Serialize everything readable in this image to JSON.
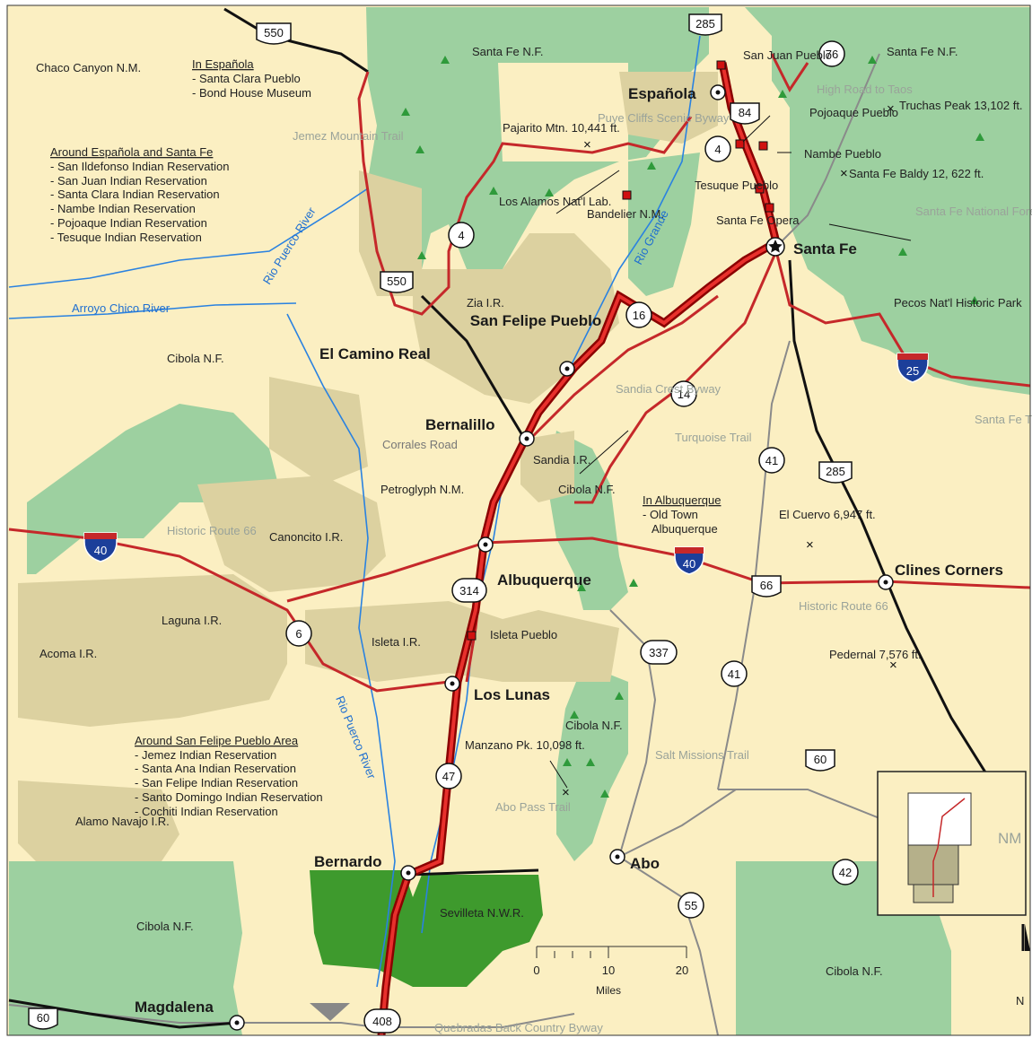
{
  "map": {
    "colors": {
      "land": "#fbefc2",
      "forest": "#9dd0a0",
      "reservation": "#dcd1a0",
      "refuge": "#3e9a2d",
      "water": "#2a82e0",
      "scenic_byway": "#d42020",
      "primary_road": "#c5282a",
      "secondary_road": "#8a8a8a",
      "highway": "#111111"
    },
    "title_regions": {
      "chaco": "Chaco Canyon N.M.",
      "santa_fe_nf_1": "Santa Fe N.F.",
      "santa_fe_nf_2": "Santa Fe N.F.",
      "cibola_nf_1": "Cibola N.F.",
      "cibola_nf_2": "Cibola N.F.",
      "cibola_nf_3": "Cibola N.F.",
      "cibola_nf_4": "Cibola N.F.",
      "cibola_nf_5": "Cibola N.F.",
      "zia": "Zia I.R.",
      "sandia_ir": "Sandia I.R.",
      "canoncito": "Canoncito I.R.",
      "laguna": "Laguna I.R.",
      "acoma": "Acoma I.R.",
      "isleta_ir": "Isleta I.R.",
      "alamo": "Alamo Navajo I.R.",
      "sevilleta": "Sevilleta N.W.R.",
      "petroglyph": "Petroglyph N.M.",
      "bandelier": "Bandelier N.M."
    },
    "cities": {
      "espanola": "Española",
      "santa_fe": "Santa Fe",
      "san_felipe": "San Felipe Pueblo",
      "bernalillo": "Bernalillo",
      "albuquerque": "Albuquerque",
      "los_lunas": "Los Lunas",
      "bernardo": "Bernardo",
      "abo": "Abo",
      "clines": "Clines Corners",
      "magdalena": "Magdalena",
      "el_camino": "El Camino Real"
    },
    "places": {
      "san_juan": "San Juan Pueblo",
      "pojoaque": "Pojoaque Pueblo",
      "nambe": "Nambe Pueblo",
      "tesuque": "Tesuque Pueblo",
      "sf_opera": "Santa Fe Opera",
      "los_alamos": "Los Alamos Nat'l Lab.",
      "pajarito": "Pajarito Mtn. 10,441 ft.",
      "truchas": "Truchas Peak 13,102 ft.",
      "sf_baldy": "Santa Fe Baldy 12, 622 ft.",
      "pecos": "Pecos Nat'l Historic Park",
      "isleta_pueblo": "Isleta Pueblo",
      "el_cuervo": "El Cuervo 6,947 ft.",
      "pedernal": "Pedernal 7,576 ft.",
      "manzano": "Manzano Pk. 10,098 ft.",
      "corrales": "Corrales Road"
    },
    "byways": {
      "high_road": "High Road to Taos",
      "puye": "Puye Cliffs Scenic Byway",
      "jemez": "Jemez Mountain Trail",
      "sf_nf_byway": "Santa Fe National Forest Scenic Byway",
      "sandia_crest": "Sandia Crest Byway",
      "turquoise": "Turquoise Trail",
      "route66_w": "Historic Route 66",
      "route66_e": "Historic Route 66",
      "salt_missions": "Salt Missions Trail",
      "abo_pass": "Abo Pass Trail",
      "santa_fe_trail": "Santa Fe Trail",
      "quebradas": "Quebradas Back Country Byway"
    },
    "rivers": {
      "rio_puerco_n": "Rio Puerco River",
      "rio_puerco_s": "Rio Puerco River",
      "rio_grande": "Rio Grande",
      "arroyo_chico": "Arroyo Chico River"
    },
    "shields": {
      "us550_n": "550",
      "us550_s": "550",
      "us285_n": "285",
      "us285_s": "285",
      "nm76": "76",
      "us84": "84",
      "nm4_a": "4",
      "nm4_b": "4",
      "nm16": "16",
      "nm14": "14",
      "nm41_a": "41",
      "nm41_b": "41",
      "i40_w": "40",
      "i40_e": "40",
      "i25": "25",
      "us66": "66",
      "nm314": "314",
      "nm6": "6",
      "nm337": "337",
      "nm47": "47",
      "us60_e": "60",
      "us60_w": "60",
      "nm42": "42",
      "nm55": "55",
      "nm408": "408"
    },
    "lists": {
      "espanola_title": "In Española",
      "espanola_items": [
        "- Santa Clara Pueblo",
        "- Bond House Museum"
      ],
      "around_title": "Around Española and Santa Fe",
      "around_items": [
        "- San Ildefonso Indian Reservation",
        "- San Juan Indian Reservation",
        "- Santa Clara Indian Reservation",
        "- Nambe Indian Reservation",
        "- Pojoaque Indian Reservation",
        "- Tesuque Indian Reservation"
      ],
      "abq_title": "In Albuquerque",
      "abq_items": [
        "- Old Town",
        "Albuquerque"
      ],
      "sanfelipe_title": "Around San Felipe Pueblo Area",
      "sanfelipe_items": [
        "- Jemez Indian Reservation",
        "- Santa Ana Indian Reservation",
        "- San Felipe Indian Reservation",
        "- Santo Domingo Indian Reservation",
        "- Cochiti Indian Reservation"
      ]
    },
    "scale": {
      "ticks": [
        "0",
        "10",
        "20"
      ],
      "unit": "Miles"
    },
    "inset": {
      "label": "NM"
    },
    "north": "N"
  }
}
